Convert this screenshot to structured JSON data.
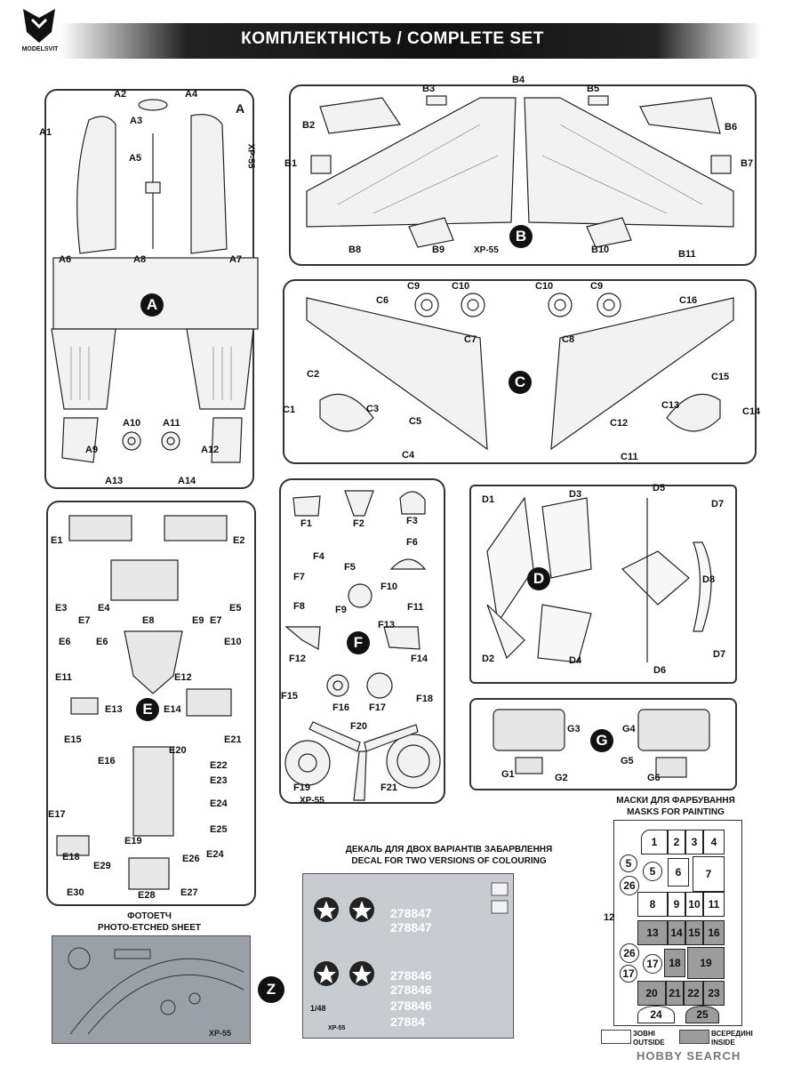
{
  "header": {
    "title": "КОМПЛЕКТНІСТЬ / COMPLETE SET",
    "brand": "MODELSVIT"
  },
  "sprues": {
    "A": {
      "letter": "A",
      "labels": [
        "A1",
        "A2",
        "A3",
        "A4",
        "A5",
        "A6",
        "A7",
        "A8",
        "A9",
        "A10",
        "A11",
        "A12",
        "A13",
        "A14"
      ],
      "code": "XP-55",
      "tag": "A"
    },
    "B": {
      "letter": "B",
      "labels": [
        "B1",
        "B2",
        "B3",
        "B4",
        "B5",
        "B6",
        "B7",
        "B8",
        "B9",
        "B10",
        "B11"
      ],
      "code": "XP-55"
    },
    "C": {
      "letter": "C",
      "labels": [
        "C1",
        "C2",
        "C3",
        "C4",
        "C5",
        "C6",
        "C7",
        "C8",
        "C9",
        "C10",
        "C10",
        "C9",
        "C11",
        "C12",
        "C13",
        "C14",
        "C15",
        "C16"
      ]
    },
    "D": {
      "letter": "D",
      "labels": [
        "D1",
        "D2",
        "D3",
        "D4",
        "D5",
        "D6",
        "D7",
        "D7",
        "D8"
      ]
    },
    "E": {
      "letter": "E",
      "labels": [
        "E1",
        "E2",
        "E3",
        "E4",
        "E5",
        "E6",
        "E6",
        "E7",
        "E7",
        "E8",
        "E9",
        "E10",
        "E11",
        "E12",
        "E13",
        "E14",
        "E15",
        "E16",
        "E17",
        "E18",
        "E19",
        "E20",
        "E21",
        "E22",
        "E23",
        "E24",
        "E24",
        "E25",
        "E26",
        "E27",
        "E28",
        "E29",
        "E30"
      ]
    },
    "F": {
      "letter": "F",
      "labels": [
        "F1",
        "F2",
        "F3",
        "F4",
        "F5",
        "F6",
        "F7",
        "F8",
        "F9",
        "F10",
        "F11",
        "F12",
        "F13",
        "F14",
        "F15",
        "F16",
        "F17",
        "F18",
        "F19",
        "F20",
        "F21"
      ],
      "code": "XP-55"
    },
    "G": {
      "letter": "G",
      "labels": [
        "G1",
        "G2",
        "G3",
        "G4",
        "G5",
        "G6"
      ]
    }
  },
  "photo_etched": {
    "title_ua": "ФОТОЕТЧ",
    "title_en": "PHOTO-ETCHED SHEET",
    "letter": "Z",
    "code": "XP-55"
  },
  "decal": {
    "title_ua": "ДЕКАЛЬ ДЛЯ ДВОХ ВАРІАНТІВ ЗАБАРВЛЕННЯ",
    "title_en": "DECAL FOR TWO VERSIONS OF COLOURING",
    "serials": [
      "278847",
      "278847",
      "278846",
      "278846",
      "278846",
      "27884"
    ],
    "scale": "1/48",
    "code": "XP-55"
  },
  "masks": {
    "title_ua": "МАСКИ ДЛЯ ФАРБУВАННЯ",
    "title_en": "MASKS FOR PAINTING",
    "numbers": [
      "1",
      "2",
      "3",
      "4",
      "5",
      "5",
      "6",
      "7",
      "8",
      "9",
      "10",
      "11",
      "12",
      "13",
      "14",
      "15",
      "16",
      "17",
      "17",
      "18",
      "19",
      "20",
      "21",
      "22",
      "23",
      "24",
      "25",
      "26",
      "26"
    ],
    "legend_outside_ua": "ЗОВНІ",
    "legend_outside_en": "OUTSIDE",
    "legend_inside_ua": "ВСЕРЕДИНІ",
    "legend_inside_en": "INSIDE"
  },
  "watermark": "HOBBY SEARCH",
  "colors": {
    "ink": "#111111",
    "etch": "#9aa0a6",
    "mask_inside": "#9c9c9c",
    "decal_bg": "#c8ccd1"
  }
}
